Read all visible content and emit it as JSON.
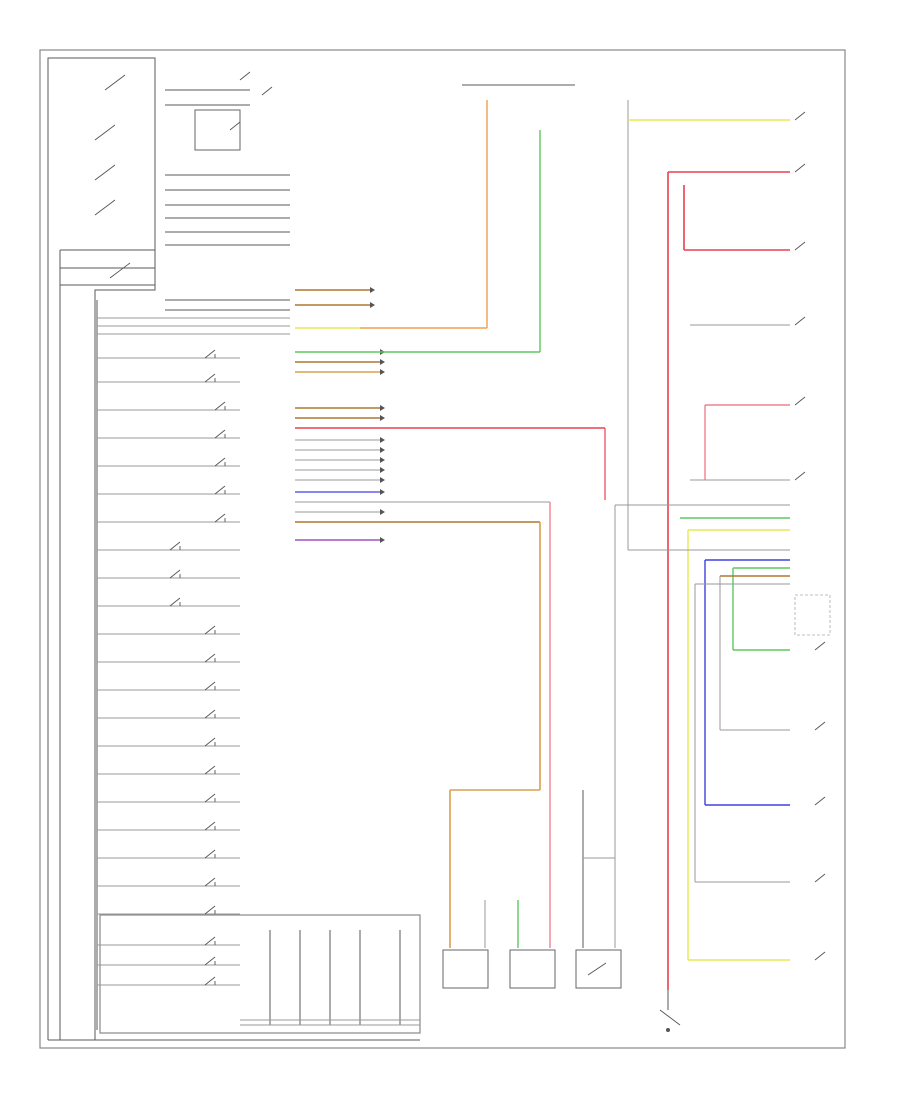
{
  "diagram": {
    "footer_caption": "",
    "colors": {
      "frame": "#888888",
      "wire_black": "#5a5a5a",
      "wire_gray": "#9a9a9a",
      "wire_orange": "#f0a050",
      "wire_green": "#5fc85f",
      "wire_red": "#e84050",
      "wire_pink": "#f08090",
      "wire_yellow": "#e8e850",
      "wire_blue": "#4040e0",
      "wire_brown": "#b07830",
      "wire_violet": "#a050c0",
      "wire_tan": "#d8a050"
    },
    "components": [
      {
        "name": "fuel-level-sender-1",
        "label": ""
      },
      {
        "name": "fuel-level-sender-2",
        "label": ""
      },
      {
        "name": "brake-fluid-level-switch",
        "label": ""
      }
    ]
  }
}
